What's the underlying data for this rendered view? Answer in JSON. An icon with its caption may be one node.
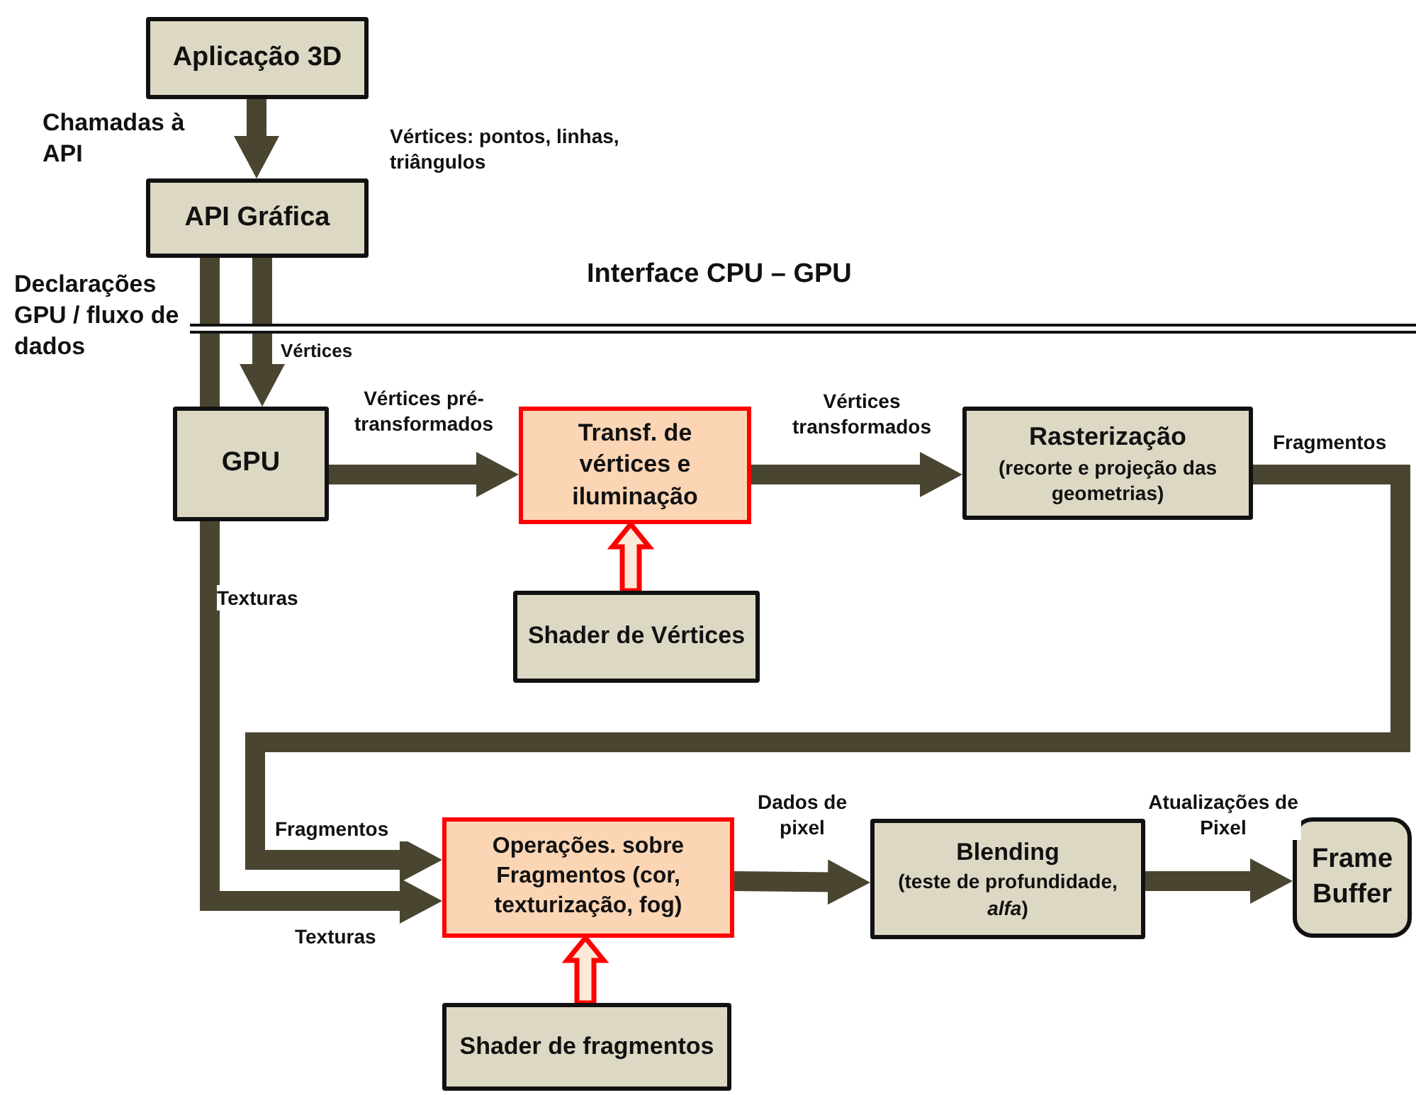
{
  "diagram": {
    "nodes": [
      {
        "text": [
          "Aplicação 3D"
        ]
      },
      {
        "text": [
          "API Gráfica"
        ]
      },
      {
        "text": [
          "GPU"
        ]
      },
      {
        "text": [
          "Transf. de vértices e iluminação"
        ]
      },
      {
        "text": [
          "Shader de Vértices"
        ]
      },
      {
        "text": [
          "Rasterização",
          "(recorte e projeção das geometrias)"
        ]
      },
      {
        "text": [
          "Shader de fragmentos"
        ]
      },
      {
        "text": [
          "Operações. sobre Fragmentos (cor, texturização, fog)"
        ]
      },
      {
        "text": [
          "Blending",
          "(teste de profundidade, *alfa*)"
        ]
      },
      {
        "text": [
          "Frame Buffer"
        ]
      }
    ],
    "edges": [
      {
        "from": 0,
        "to": 1,
        "arrow": "to",
        "label": "Chamadas à API"
      },
      {
        "from": 1,
        "to": 2,
        "arrow": "none",
        "label": "Declarações GPU / fluxo de dados"
      },
      {
        "from": 1,
        "to": 2,
        "arrow": "to",
        "label": "Vértices"
      },
      {
        "from": 2,
        "to": 3,
        "arrow": "to",
        "label": "Vértices pré- transformados"
      },
      {
        "from": 4,
        "to": 3,
        "arrow": "to",
        "color": "#ff0000"
      },
      {
        "from": 3,
        "to": 5,
        "arrow": "to",
        "label": "Vértices transformados"
      },
      {
        "from": 5,
        "to": 7,
        "arrow": "to",
        "label": "Fragmentos"
      },
      {
        "from": 2,
        "to": 7,
        "arrow": "to",
        "label": "Texturas"
      },
      {
        "from": 6,
        "to": 7,
        "arrow": "to",
        "color": "#ff0000"
      },
      {
        "from": 7,
        "to": 8,
        "arrow": "to",
        "label": "Dados de pixel"
      },
      {
        "from": 8,
        "to": 9,
        "arrow": "to",
        "label": "Atualizações de Pixel"
      }
    ],
    "labels": [
      "Vértices: pontos, linhas, triângulos",
      "Interface CPU – GPU",
      "Fragmentos",
      "Texturas"
    ]
  }
}
